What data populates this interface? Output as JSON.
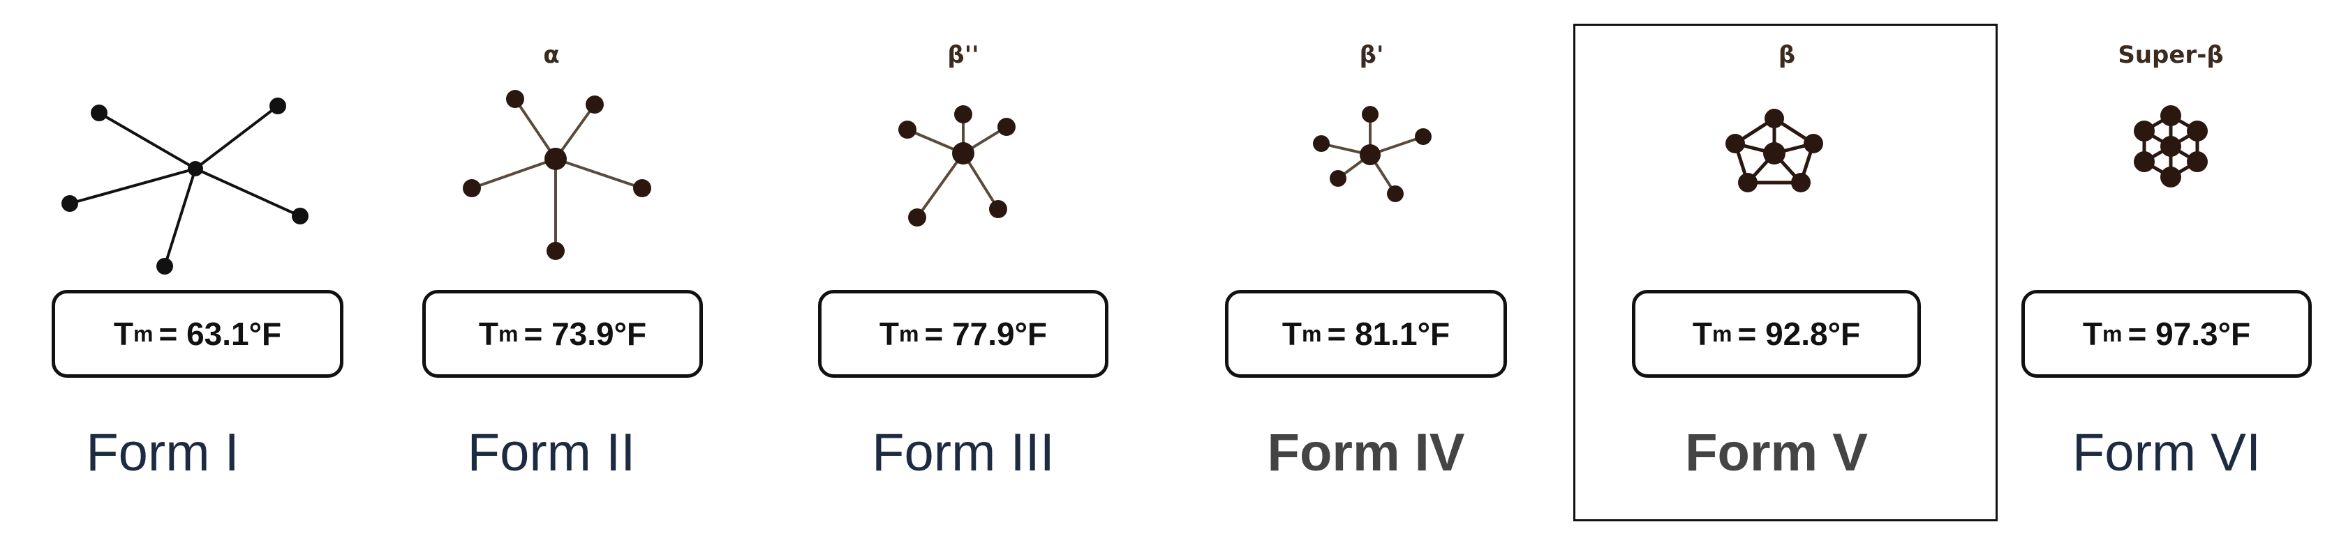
{
  "forms": [
    {
      "name": "Form I",
      "polymorph": "",
      "tm_prefix": "T",
      "tm_sub": "m",
      "tm_value": "= 63.1°F"
    },
    {
      "name": "Form II",
      "polymorph": "α",
      "tm_prefix": "T",
      "tm_sub": "m",
      "tm_value": "= 73.9°F"
    },
    {
      "name": "Form III",
      "polymorph": "β''",
      "tm_prefix": "T",
      "tm_sub": "m",
      "tm_value": "= 77.9°F"
    },
    {
      "name": "Form IV",
      "polymorph": "β'",
      "tm_prefix": "T",
      "tm_sub": "m",
      "tm_value": "= 81.1°F"
    },
    {
      "name": "Form V",
      "polymorph": "β",
      "tm_prefix": "T",
      "tm_sub": "m",
      "tm_value": "= 92.8°F"
    },
    {
      "name": "Form VI",
      "polymorph": "Super-β",
      "tm_prefix": "T",
      "tm_sub": "m",
      "tm_value": "= 97.3°F"
    }
  ],
  "highlighted_form": "Form V",
  "colors": {
    "node": "#2a1810",
    "edge_dark": "#111111",
    "edge_brown": "#5a4a3a",
    "form_text": "#1c2b42",
    "form_text_bold": "#444444"
  }
}
